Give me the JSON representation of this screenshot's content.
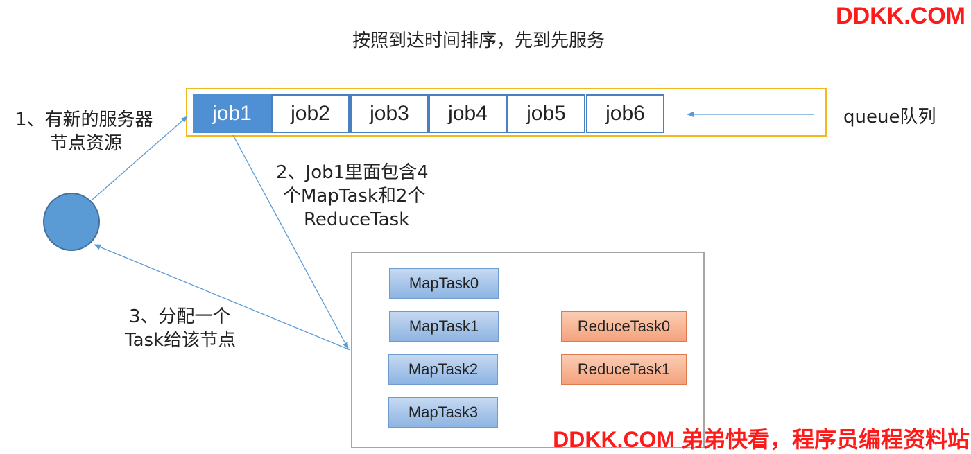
{
  "brand": "DDKK.COM",
  "title": "按照到达时间排序，先到先服务",
  "queue": {
    "label": "queue队列",
    "jobs": [
      "job1",
      "job2",
      "job3",
      "job4",
      "job5",
      "job6"
    ]
  },
  "notes": {
    "step1_line1": "1、有新的服务器",
    "step1_line2": "节点资源",
    "step2_line1": "2、Job1里面包含4",
    "step2_line2": "个MapTask和2个",
    "step2_line3": "ReduceTask",
    "step3_line1": "3、分配一个",
    "step3_line2": "Task给该节点"
  },
  "tasks": {
    "map": [
      "MapTask0",
      "MapTask1",
      "MapTask2",
      "MapTask3"
    ],
    "reduce": [
      "ReduceTask0",
      "ReduceTask1"
    ]
  },
  "footer": "DDKK.COM 弟弟快看，程序员编程资料站",
  "colors": {
    "brand": "#ff1a1a",
    "queue_border": "#f2b81e",
    "job_border": "#4a7fc1",
    "job_active": "#4f8fd4",
    "node": "#5b9bd5",
    "map_task": "#8db4e2",
    "reduce_task": "#f4a27c",
    "arrow": "#5b9bd5"
  }
}
